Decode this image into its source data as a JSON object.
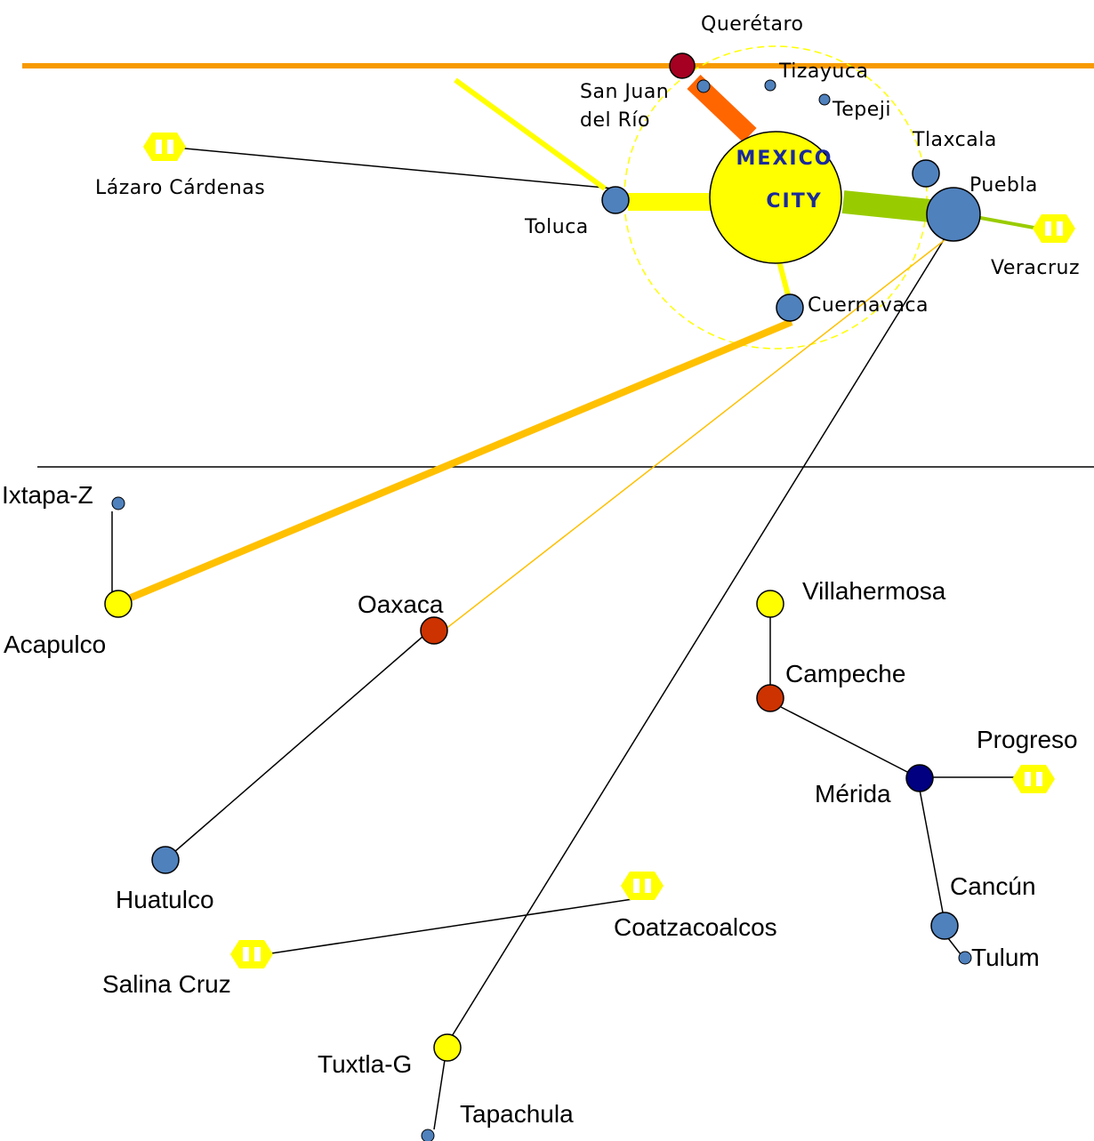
{
  "hub": {
    "line1": "MEXICO",
    "line2": "CITY"
  },
  "cities": {
    "queretaro": "Querétaro",
    "san_juan_1": "San Juan",
    "san_juan_2": "del Río",
    "tizayuca": "Tizayuca",
    "tepeji": "Tepeji",
    "tlaxcala": "Tlaxcala",
    "puebla": "Puebla",
    "veracruz": "Veracruz",
    "lazaro": "Lázaro Cárdenas",
    "toluca": "Toluca",
    "cuernavaca": "Cuernavaca",
    "ixtapa": "Ixtapa-Z",
    "acapulco": "Acapulco",
    "oaxaca": "Oaxaca",
    "villahermosa": "Villahermosa",
    "campeche": "Campeche",
    "progreso": "Progreso",
    "merida": "Mérida",
    "cancun": "Cancún",
    "tulum": "Tulum",
    "huatulco": "Huatulco",
    "coatzacoalcos": "Coatzacoalcos",
    "salina_cruz": "Salina Cruz",
    "tuxtla": "Tuxtla-G",
    "tapachula": "Tapachula"
  },
  "colors": {
    "hub": "#ffff00",
    "node_blue": "#4f81bd",
    "node_yellow": "#ffff00",
    "node_red": "#cc3300",
    "node_darkred": "#a50021",
    "node_navy": "#000080",
    "divider_top": "#f79a00",
    "acapulco_link": "#ffc000",
    "veracruz_link": "#99cc00",
    "queretaro_link": "#ff6600",
    "port_icon": "#ffff00"
  }
}
